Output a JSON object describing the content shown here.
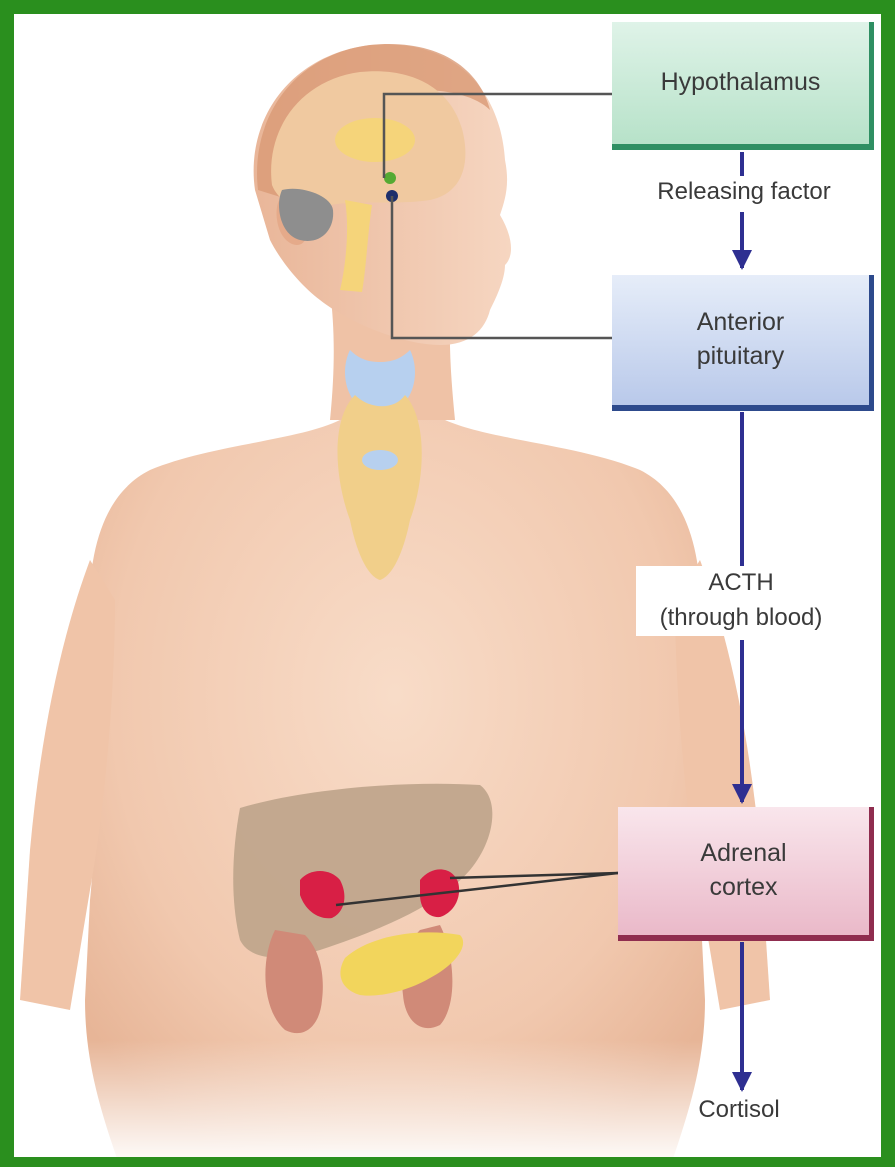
{
  "diagram": {
    "boxes": {
      "hypothalamus": "Hypothalamus",
      "anterior_pituitary": "Anterior\npituitary",
      "adrenal_cortex": "Adrenal\ncortex"
    },
    "arrow_labels": {
      "releasing_factor": "Releasing factor",
      "acth_line1": "ACTH",
      "acth_line2": "(through blood)",
      "cortisol": "Cortisol"
    },
    "colors": {
      "frame": "#2a8f1e",
      "arrow": "#2e2f91",
      "hypothalamus_box": "#b7e2c9",
      "pituitary_box": "#b9c9ea",
      "adrenal_box": "#eab9c9",
      "skin": "#f2cbb3",
      "adrenal_gland": "#d81f45"
    }
  }
}
